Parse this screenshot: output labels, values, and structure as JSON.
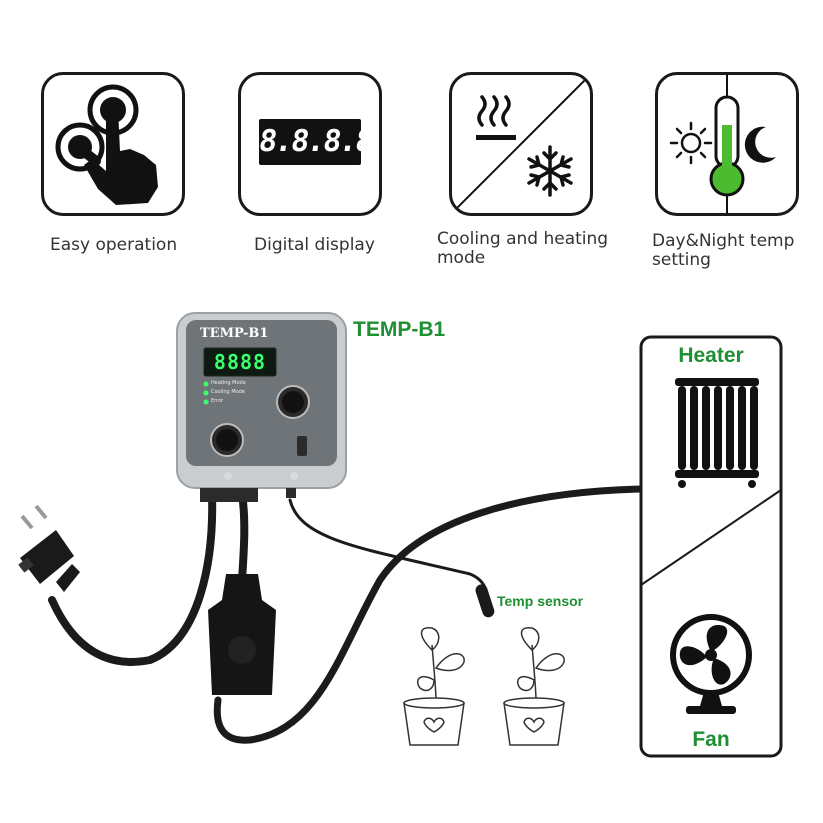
{
  "features": [
    {
      "label": "Easy operation",
      "icon": "hand-tap-icon"
    },
    {
      "label": "Digital display",
      "icon": "digital-display-icon"
    },
    {
      "label": "Cooling and heating mode",
      "icon": "heat-snowflake-icon"
    },
    {
      "label": "Day&Night temp setting",
      "icon": "thermometer-sun-moon-icon"
    }
  ],
  "display_digits": "8.8.8.8.",
  "device": {
    "title": "TEMP-B1",
    "brand": "TEMP-B1",
    "digits": "8888",
    "mode_labels": [
      "Heating Mode",
      "Cooling Mode",
      "Error"
    ]
  },
  "sensor_label": "Temp sensor",
  "outputs": {
    "heater_label": "Heater",
    "fan_label": "Fan"
  },
  "colors": {
    "accent_green": "#1f8f33",
    "device_panel": "#6f7478",
    "display_digit": "#39ff6a"
  }
}
